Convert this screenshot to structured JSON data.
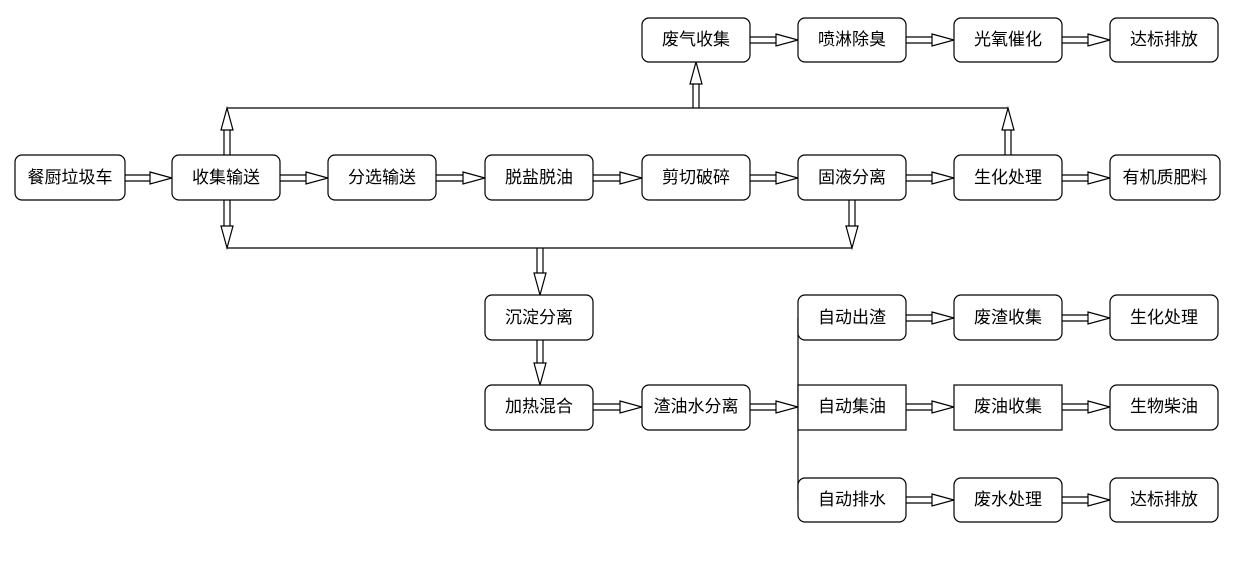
{
  "nodes": {
    "kitchen_waste_truck": "餐厨垃圾车",
    "collection_conveying": "收集输送",
    "sorting_conveying": "分选输送",
    "desalting_deoiling": "脱盐脱油",
    "shear_crushing": "剪切破碎",
    "solid_liquid_separation": "固液分离",
    "biochemical_treatment": "生化处理",
    "organic_fertilizer": "有机质肥料",
    "exhaust_gas_collection": "废气收集",
    "spray_deodorization": "喷淋除臭",
    "photo_oxidation_catalysis": "光氧催化",
    "gas_compliant_discharge": "达标排放",
    "sedimentation_separation": "沉淀分离",
    "heating_mixing": "加热混合",
    "residue_oil_water_separation": "渣油水分离",
    "auto_residue_discharge": "自动出渣",
    "waste_residue_collection": "废渣收集",
    "residue_biochemical_treatment": "生化处理",
    "auto_oil_collection": "自动集油",
    "waste_oil_collection": "废油收集",
    "biodiesel": "生物柴油",
    "auto_water_drainage": "自动排水",
    "wastewater_treatment": "废水处理",
    "water_compliant_discharge": "达标排放"
  },
  "colors": {
    "line": "#000000",
    "box_fill": "#ffffff",
    "background": "#ffffff"
  }
}
